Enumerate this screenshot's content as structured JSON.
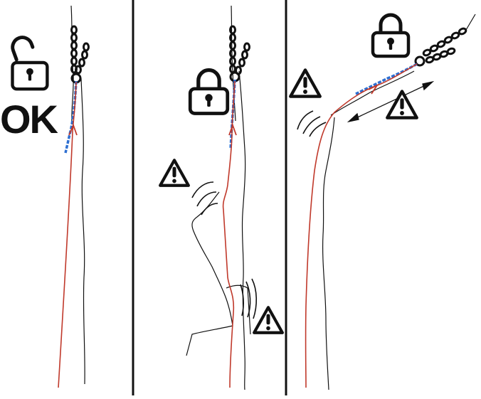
{
  "panels": [
    {
      "id": "panel-1",
      "status": "unlocked",
      "label": "OK",
      "warnings": 0
    },
    {
      "id": "panel-2",
      "status": "locked",
      "warnings": 2
    },
    {
      "id": "panel-3",
      "status": "locked",
      "warnings": 2
    }
  ],
  "icons": {
    "unlocked": "open-padlock-icon",
    "locked": "closed-padlock-icon",
    "warning": "warning-triangle-icon"
  },
  "colors": {
    "line": "#111111",
    "rope": "#c0392b",
    "sling": "#2e6fd1",
    "background": "#ffffff"
  }
}
